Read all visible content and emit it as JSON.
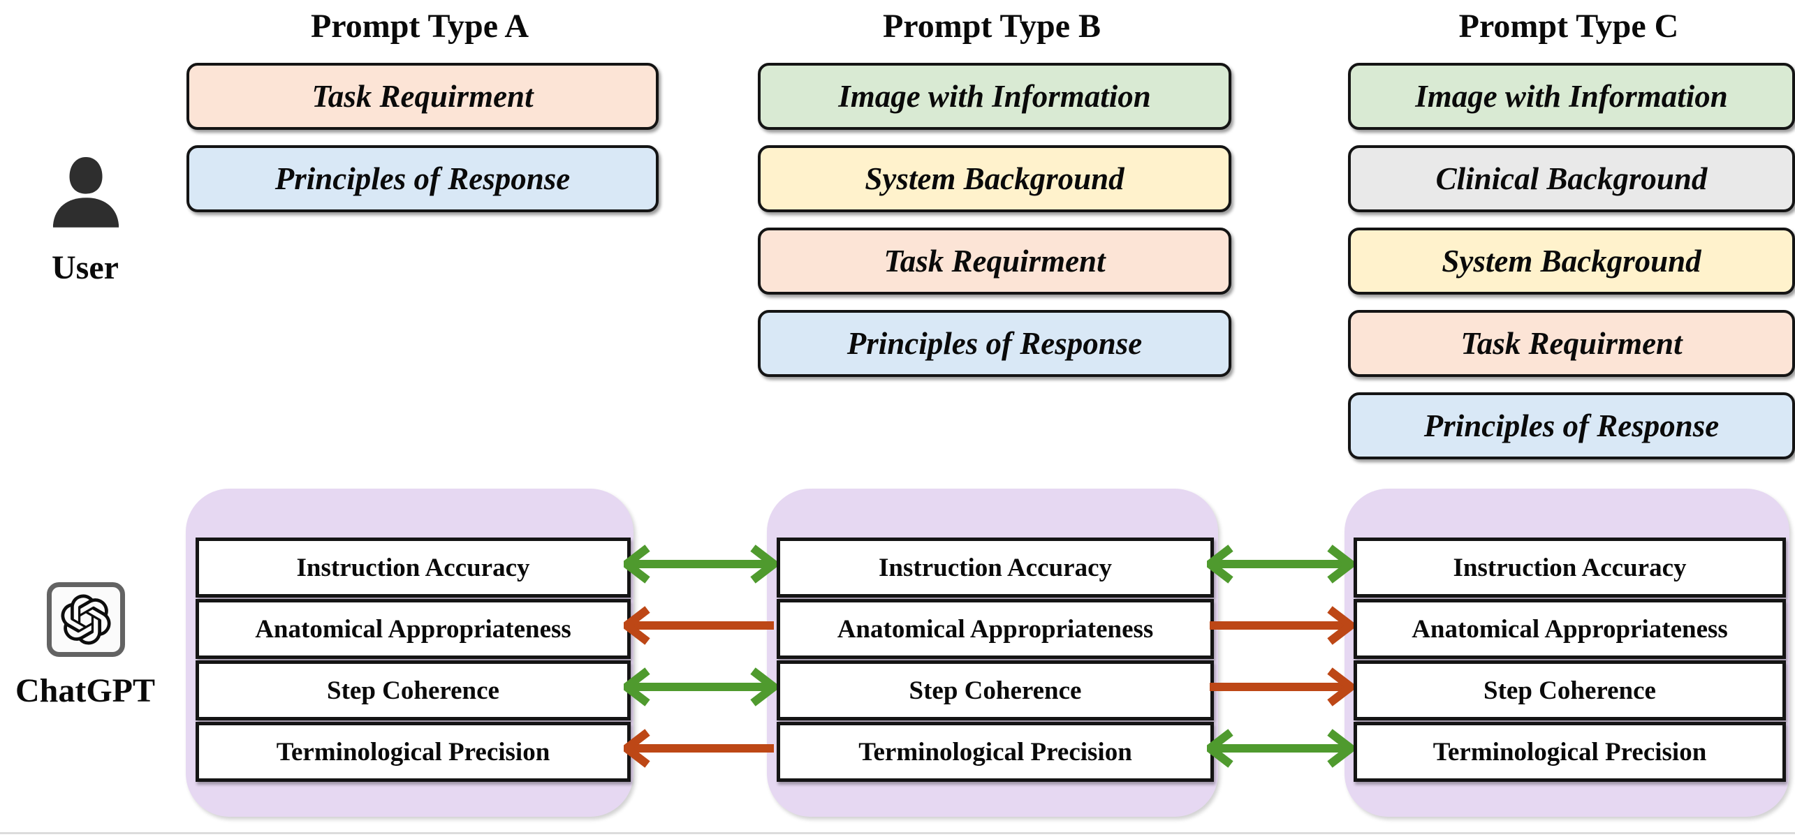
{
  "figure": {
    "description": "Prompt composition types and ChatGPT evaluation comparison diagram"
  },
  "palette": {
    "peach": "#fce4d6",
    "blue": "#d9e8f6",
    "green": "#d9ead3",
    "yellow": "#fff2cc",
    "gray": "#e9e9e9",
    "purple_panel": "#e6d8f2",
    "arrow_green": "#4f9a2e",
    "arrow_red": "#bd4716"
  },
  "actors": {
    "user": {
      "label": "User"
    },
    "chatgpt": {
      "label": "ChatGPT"
    }
  },
  "columns": [
    {
      "title": "Prompt Type A",
      "boxes": [
        {
          "label": "Task Requirment",
          "color": "peach"
        },
        {
          "label": "Principles of Response",
          "color": "blue"
        }
      ]
    },
    {
      "title": "Prompt Type B",
      "boxes": [
        {
          "label": "Image with Information",
          "color": "green"
        },
        {
          "label": "System Background",
          "color": "yellow"
        },
        {
          "label": "Task Requirment",
          "color": "peach"
        },
        {
          "label": "Principles of Response",
          "color": "blue"
        }
      ]
    },
    {
      "title": "Prompt Type C",
      "boxes": [
        {
          "label": "Image with Information",
          "color": "green"
        },
        {
          "label": "Clinical Background",
          "color": "gray"
        },
        {
          "label": "System Background",
          "color": "yellow"
        },
        {
          "label": "Task Requirment",
          "color": "peach"
        },
        {
          "label": "Principles of Response",
          "color": "blue"
        }
      ]
    }
  ],
  "evaluation": {
    "criteria": [
      "Instruction Accuracy",
      "Anatomical Appropriateness",
      "Step Coherence",
      "Terminological Precision"
    ]
  },
  "comparisons": [
    {
      "between": "A-B",
      "criterion": "Instruction Accuracy",
      "direction": "both",
      "color": "#4f9a2e"
    },
    {
      "between": "A-B",
      "criterion": "Anatomical Appropriateness",
      "direction": "left",
      "color": "#bd4716"
    },
    {
      "between": "A-B",
      "criterion": "Step Coherence",
      "direction": "both",
      "color": "#4f9a2e"
    },
    {
      "between": "A-B",
      "criterion": "Terminological Precision",
      "direction": "left",
      "color": "#bd4716"
    },
    {
      "between": "B-C",
      "criterion": "Instruction Accuracy",
      "direction": "both",
      "color": "#4f9a2e"
    },
    {
      "between": "B-C",
      "criterion": "Anatomical Appropriateness",
      "direction": "right",
      "color": "#bd4716"
    },
    {
      "between": "B-C",
      "criterion": "Step Coherence",
      "direction": "right",
      "color": "#bd4716"
    },
    {
      "between": "B-C",
      "criterion": "Terminological Precision",
      "direction": "both",
      "color": "#4f9a2e"
    }
  ]
}
